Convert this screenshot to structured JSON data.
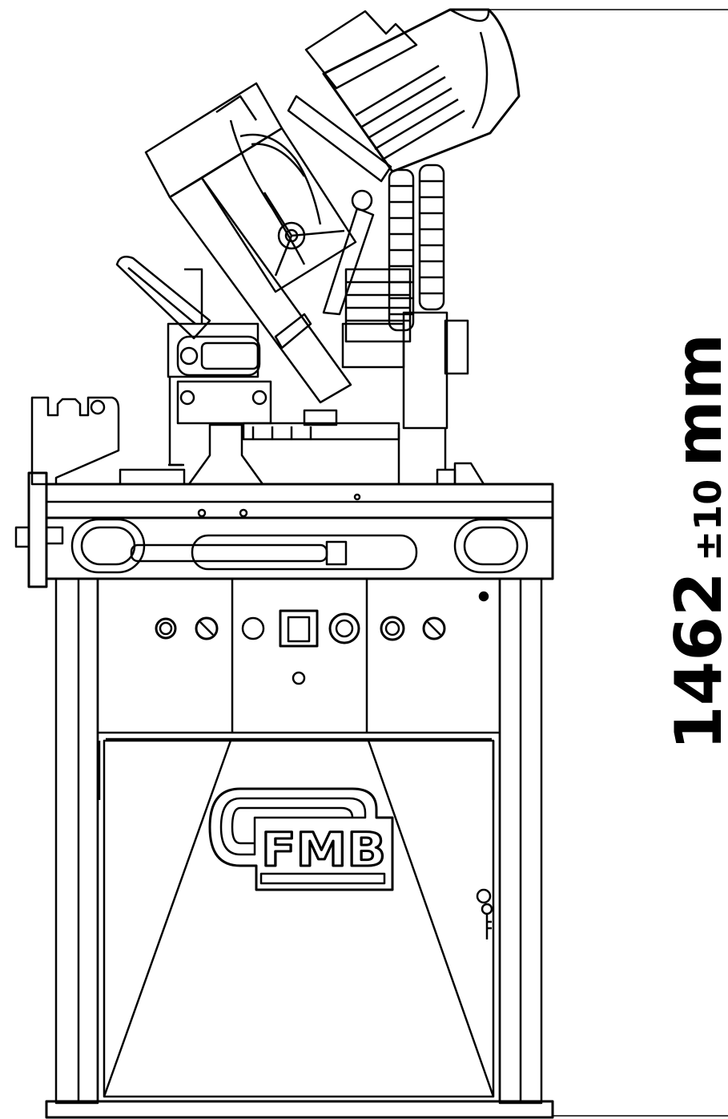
{
  "dimension": {
    "value": "1462",
    "tolerance": "±10",
    "unit": "mm"
  },
  "logo": {
    "text": "FMB"
  },
  "icons": {
    "motor": "motor-icon",
    "saw_head": "saw-head-icon",
    "control_panel": "control-panel-icon",
    "key": "key-icon"
  },
  "colors": {
    "line": "#000000",
    "background": "#ffffff"
  }
}
